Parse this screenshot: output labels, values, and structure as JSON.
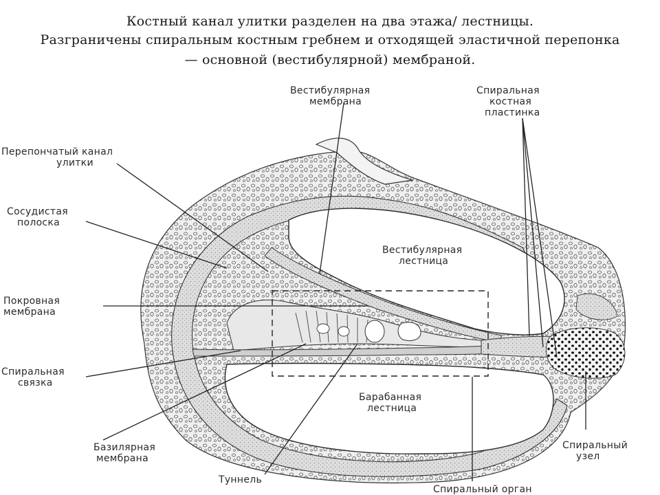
{
  "caption": {
    "line1": "Костный канал улитки разделен на два этажа/ лестницы.",
    "line2": "Разграничены   спиральным костным гребнем и отходящей эластичной перепонка",
    "line3": "— основной (вестибулярной) мембраной."
  },
  "labels": {
    "membranous_canal": [
      "Перепончатый канал",
      "улитки"
    ],
    "stria_vascularis": [
      "Сосудистая",
      "полоска"
    ],
    "tectorial_membrane": [
      "Покровная",
      "мембрана"
    ],
    "spiral_ligament": [
      "Спиральная",
      "связка"
    ],
    "basilar_membrane": [
      "Базилярная",
      "мембрана"
    ],
    "tunnel": [
      "Туннель"
    ],
    "organ_of_corti": [
      "Спиральный орган"
    ],
    "spiral_ganglion": [
      "Спиральный",
      "узел"
    ],
    "vestibular_membrane": [
      "Вестибулярная",
      "мембрана"
    ],
    "osseous_spiral_lamina": [
      "Спиральная",
      "костная",
      "пластинка"
    ],
    "scala_vestibuli": [
      "Вестибулярная",
      "лестница"
    ],
    "scala_tympani": [
      "Барабанная",
      "лестница"
    ]
  },
  "colors": {
    "bone": "#ededed",
    "tissue": "#d9d9d9",
    "outline": "#2b2b2b",
    "text": "#2a2a2a"
  }
}
